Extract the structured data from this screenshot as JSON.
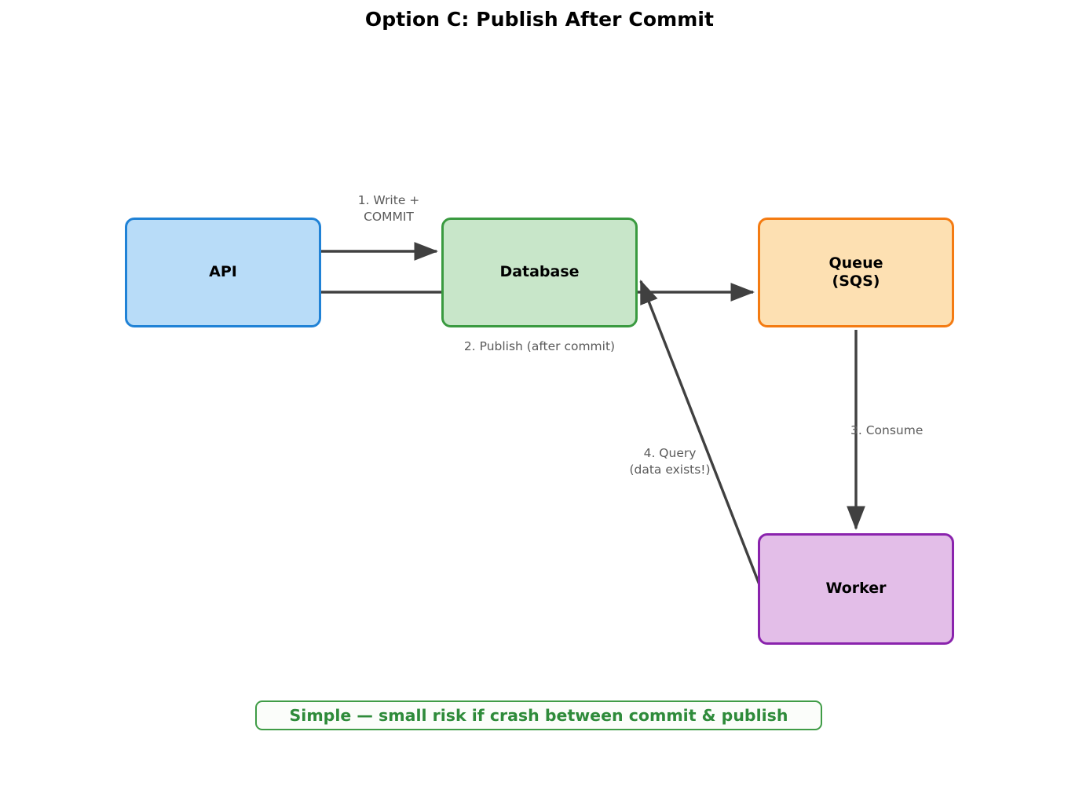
{
  "title": "Option C: Publish After Commit",
  "nodes": {
    "api": {
      "label": "API",
      "fill": "#b8dcf8",
      "stroke": "#2082d6"
    },
    "database": {
      "label": "Database",
      "fill": "#c8e6c9",
      "stroke": "#3a9a40"
    },
    "queue": {
      "label": "Queue\n(SQS)",
      "fill": "#fde0b2",
      "stroke": "#f47b12"
    },
    "worker": {
      "label": "Worker",
      "fill": "#e3bee8",
      "stroke": "#8a23ad"
    }
  },
  "edges": {
    "write": {
      "label": "1. Write +\nCOMMIT",
      "from": "api",
      "to": "database"
    },
    "publish": {
      "label": "2. Publish (after commit)",
      "from": "api",
      "to": "queue"
    },
    "consume": {
      "label": "3. Consume",
      "from": "queue",
      "to": "worker"
    },
    "query": {
      "label": "4. Query\n(data exists!)",
      "from": "worker",
      "to": "database"
    }
  },
  "footer": {
    "text": "Simple — small risk if crash between commit & publish",
    "color": "#2e8b3a"
  },
  "edge_color": "#404040"
}
